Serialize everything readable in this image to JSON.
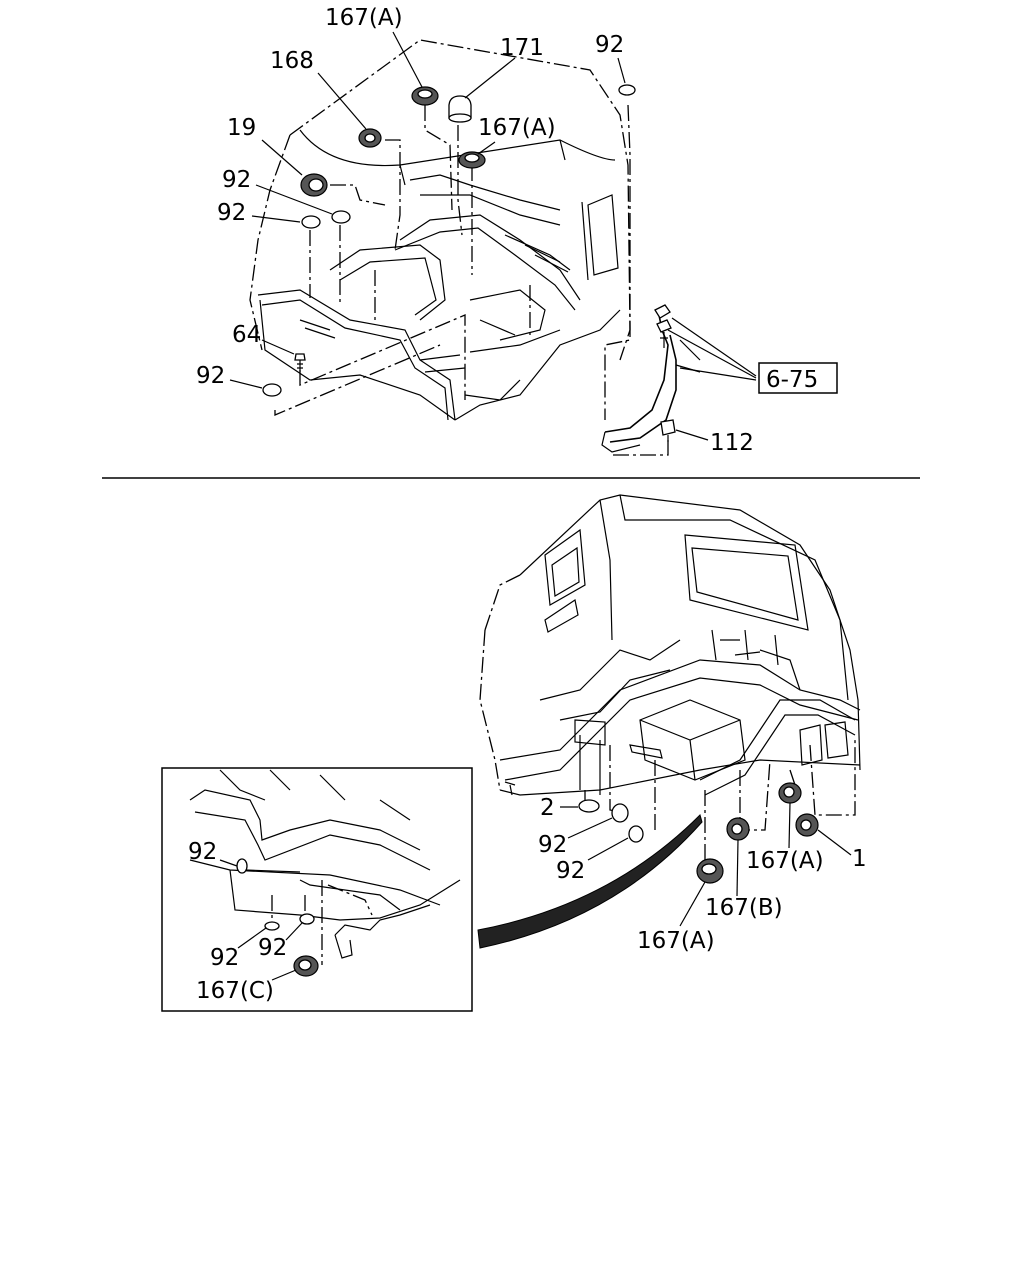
{
  "callouts": {
    "p167a_top": "167(A)",
    "p171": "171",
    "p92_topright": "92",
    "p168": "168",
    "p167a_mid": "167(A)",
    "p19": "19",
    "p92_a": "92",
    "p92_b": "92",
    "p64": "64",
    "p92_c": "92",
    "p6_75": "6-75",
    "p112": "112",
    "p2": "2",
    "p92_d": "92",
    "p92_e": "92",
    "p167a_right": "167(A)",
    "p1": "1",
    "p167b": "167(B)",
    "p167a_bottom": "167(A)",
    "inset_92_a": "92",
    "inset_92_b": "92",
    "inset_92_c": "92",
    "inset_167c": "167(C)"
  }
}
